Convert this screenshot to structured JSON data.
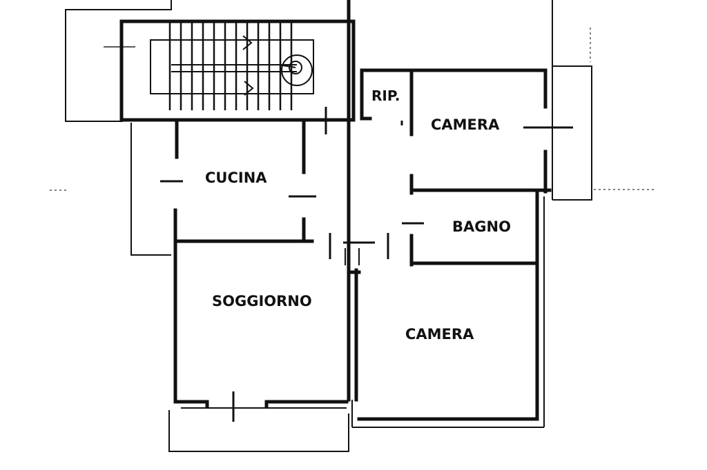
{
  "floor_plan": {
    "rooms": [
      {
        "id": "rip",
        "label": "RIP."
      },
      {
        "id": "camera_top",
        "label": "CAMERA"
      },
      {
        "id": "cucina",
        "label": "CUCINA"
      },
      {
        "id": "bagno",
        "label": "BAGNO"
      },
      {
        "id": "soggiorno",
        "label": "SOGGIORNO"
      },
      {
        "id": "camera_bottom",
        "label": "CAMERA"
      }
    ],
    "colors": {
      "wall": "#111111",
      "background": "#ffffff"
    }
  }
}
